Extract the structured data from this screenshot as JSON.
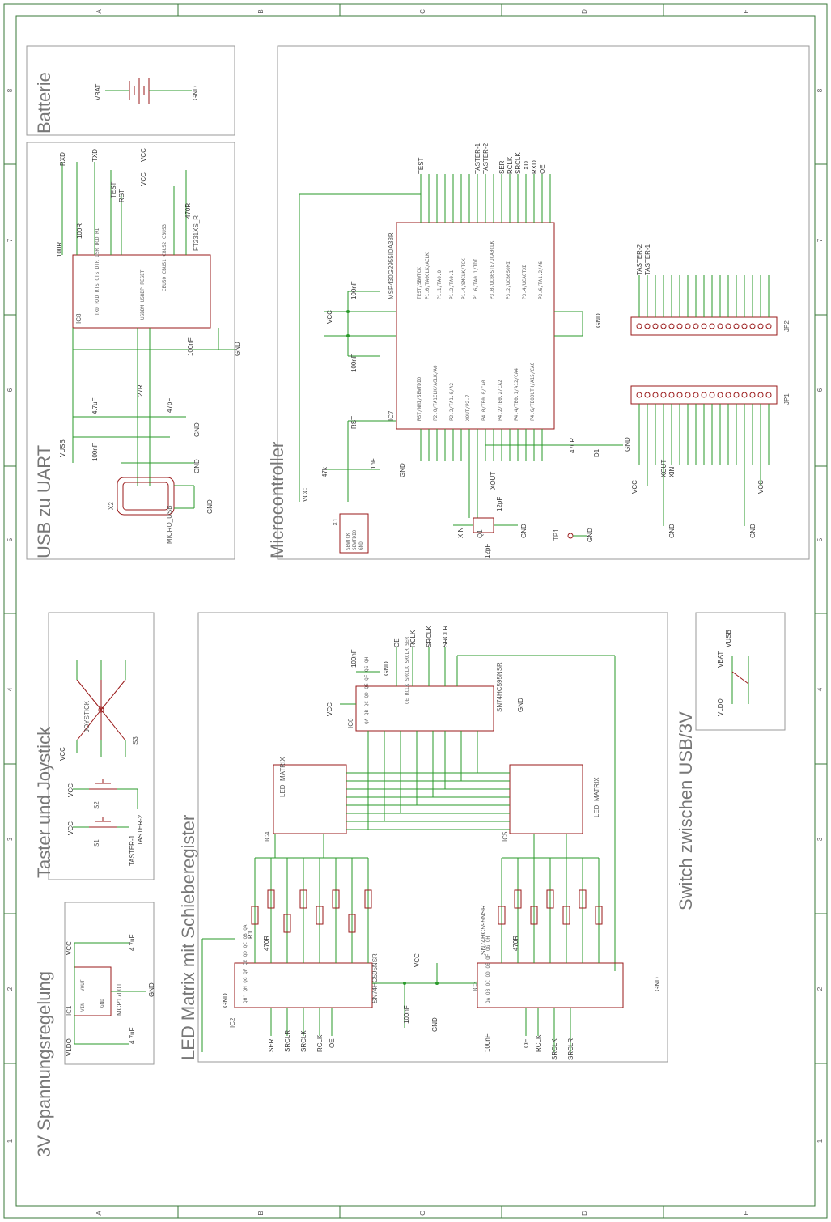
{
  "sheet": {
    "columns": [
      "A",
      "B",
      "C",
      "D",
      "E"
    ],
    "rows": [
      "1",
      "2",
      "3",
      "4",
      "5",
      "6",
      "7",
      "8"
    ]
  },
  "blocks": {
    "battery": "Batterie",
    "usb": "USB zu UART",
    "mcu": "Microcontroller",
    "buttons": "Taster und Joystick",
    "regulator": "3V Spannungsregelung",
    "ledmatrix": "LED Matrix mit Schieberegister",
    "switch": "Switch zwischen USB/3V"
  },
  "parts": {
    "ic8": "IC8",
    "ic8_val": "FT231XS_R",
    "ic7": "IC7",
    "ic7_val": "MSP430G2955IDA38R",
    "ic1": "IC1",
    "ic1_val": "MCP1700T",
    "ic2": "IC2",
    "ic3": "IC3",
    "ic6": "IC6",
    "sr_val": "SN74HC595NSR",
    "ic4": "IC4",
    "ic5": "IC5",
    "matrix_val": "LED_MATRIX",
    "x2": "X2",
    "x2_val": "MICRO_USB",
    "x1": "X1",
    "jp1": "JP1",
    "jp2": "JP2",
    "s1": "S1",
    "s2": "S2",
    "s3": "S3",
    "joystick": "JOYSTICK",
    "tp1": "TP1",
    "d1": "D1",
    "q1": "Q1",
    "r_first": "R1",
    "r_470": "470R"
  },
  "nets": {
    "vcc": "VCC",
    "gnd": "GND",
    "vusb": "VUSB",
    "vbat": "VBAT",
    "vldo": "VLDO",
    "rxd": "RXD",
    "txd": "TXD",
    "rst": "RST",
    "test": "TEST",
    "ser": "SER",
    "srclk": "SRCLK",
    "rclk": "RCLK",
    "srclr": "SRCLR",
    "oe": "OE",
    "xout": "XOUT",
    "xin": "XIN",
    "taster1": "TASTER-1",
    "taster2": "TASTER-2"
  },
  "values": {
    "c_100n": "100nF",
    "c_47u": "4.7uF",
    "c_47p": "47pF",
    "c_12p": "12pF",
    "c_1n": "1nF",
    "r_100": "100R",
    "r_27": "27R",
    "r_47k": "47k"
  }
}
